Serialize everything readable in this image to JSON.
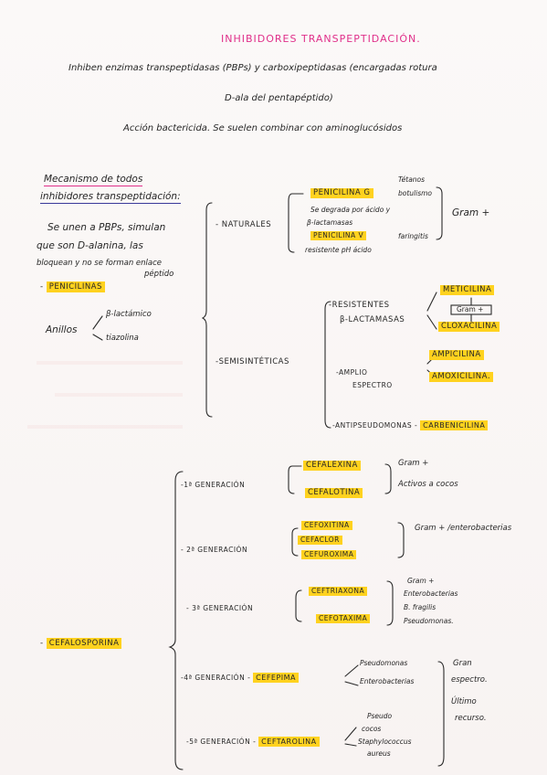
{
  "header": {
    "title": "INHIBIDORES TRANSPEPTIDACIÓN.",
    "line1": "Inhiben enzimas transpeptidasas (PBPs) y carboxipeptidasas (encargadas rotura",
    "line2": "D-ala del pentapéptido)",
    "line3": "Acción bactericida. Se suelen combinar con aminoglucósidos"
  },
  "mechanism": {
    "heading1": "Mecanismo de todos",
    "heading2": "inhibidores transpeptidación:",
    "body1": "Se unen a PBPs, simulan",
    "body2": "que son D-alanina, las",
    "body3": "bloquean y no se forman enlace",
    "body4": "péptido",
    "anillos_label": "Anillos",
    "anillo1": "β-lactámico",
    "anillo2": "tiazolina"
  },
  "penicilinas": {
    "label": "PENICILINAS",
    "naturales": {
      "label": "NATURALES",
      "penicilina_g": "PENICILINA G",
      "g_note1": "Tétanos",
      "g_note2": "botulismo",
      "degradacion1": "Se degrada por ácido y",
      "degradacion2": "β-lactamasas",
      "penicilina_v": "PENICILINA V",
      "v_note": "faringitis",
      "v_note2": "resistente pH ácido",
      "gram": "Gram +"
    },
    "semisinteticas": {
      "label": "SEMISINTÉTICAS",
      "resistentes1": "RESISTENTES",
      "resistentes2": "β-LACTAMASAS",
      "meticilina": "METICILINA",
      "gram_box": "Gram +",
      "cloxacilina": "CLOXACILINA",
      "amplio1": "AMPLIO",
      "amplio2": "ESPECTRO",
      "ampicilina": "AMPICILINA",
      "amoxicilina": "AMOXICILINA.",
      "antipseudo": "ANTIPSEUDOMONAS",
      "carbenicilina": "CARBENICILINA"
    }
  },
  "cefalosporina": {
    "label": "CEFALOSPORINA",
    "gen1": {
      "label": "1ª GENERACIÓN",
      "drugs": [
        "CEFALEXINA",
        "CEFALOTINA"
      ],
      "note1": "Gram +",
      "note2": "Activos a cocos"
    },
    "gen2": {
      "label": "2ª GENERACIÓN",
      "drugs": [
        "CEFOXITINA",
        "CEFACLOR",
        "CEFUROXIMA"
      ],
      "note1": "Gram + /enterobacterias"
    },
    "gen3": {
      "label": "3ª GENERACIÓN",
      "drugs": [
        "CEFTRIAXONA",
        "CEFOTAXIMA"
      ],
      "note1": "Gram +",
      "note2": "Enterobacterias",
      "note3": "B. fragilis",
      "note4": "Pseudomonas."
    },
    "gen4": {
      "label": "4ª GENERACIÓN",
      "drug": "CEFEPIMA",
      "note1": "Pseudomonas",
      "note2": "Enterobacterias"
    },
    "gen5": {
      "label": "5ª GENERACIÓN",
      "drug": "CEFTAROLINA",
      "note1": "Pseudo",
      "note2": "cocos",
      "note3": "Staphylococcus",
      "note4": "aureus"
    },
    "broad1": "Gran",
    "broad2": "espectro.",
    "broad3": "Último",
    "broad4": "recurso."
  },
  "colors": {
    "title_pink": "#e0308a",
    "highlight_yellow": "#ffd21f",
    "ink": "#262626"
  }
}
